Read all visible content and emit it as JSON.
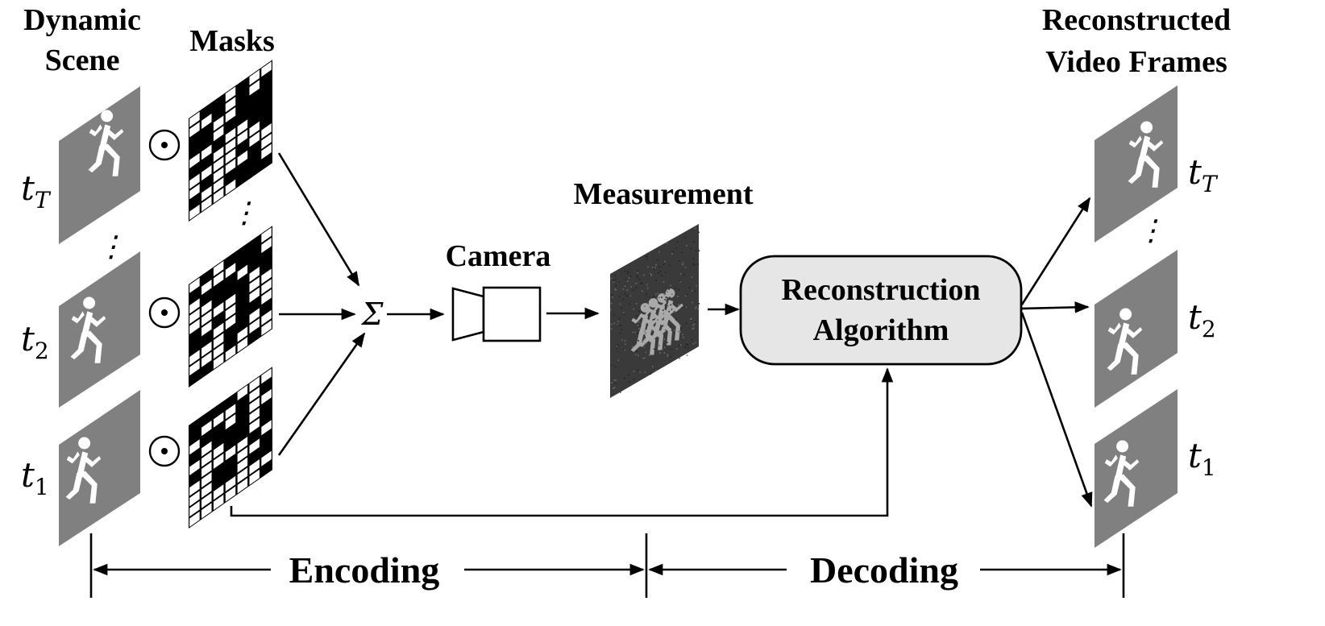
{
  "labels": {
    "dynamic_scene_line1": "Dynamic",
    "dynamic_scene_line2": "Scene",
    "masks": "Masks",
    "measurement": "Measurement",
    "camera": "Camera",
    "reconstruction_line1": "Reconstruction",
    "reconstruction_line2": "Algorithm",
    "reconstructed_line1": "Reconstructed",
    "reconstructed_line2": "Video Frames",
    "encoding": "Encoding",
    "decoding": "Decoding"
  },
  "symbols": {
    "hadamard": "⊙",
    "sum": "Σ",
    "vdots": "⋮"
  },
  "time_labels": {
    "t_T": {
      "base": "t",
      "sub": "T"
    },
    "t_2": {
      "base": "t",
      "sub": "2"
    },
    "t_1": {
      "base": "t",
      "sub": "1"
    }
  },
  "colors": {
    "frame_gray": "#808080",
    "algorithm_box_fill": "#e6e6e6",
    "measurement_dark": "#3a3a3a"
  },
  "icons": {
    "runner": "running-person-icon",
    "camera": "camera-icon"
  }
}
